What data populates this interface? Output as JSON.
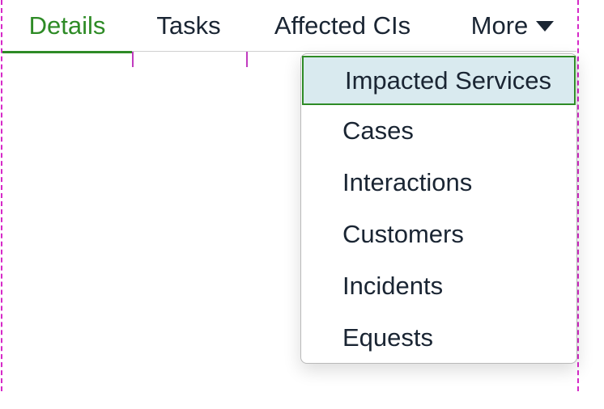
{
  "tabs": {
    "details": "Details",
    "tasks": "Tasks",
    "affected_cis": "Affected CIs",
    "more": "More"
  },
  "menu": {
    "items": [
      "Impacted Services",
      "Cases",
      "Interactions",
      "Customers",
      "Incidents",
      "Equests"
    ],
    "active_index": 0
  },
  "colors": {
    "active_tab": "#2e8b26",
    "menu_highlight_bg": "#d9eaef",
    "guide": "#d629c8"
  },
  "icons": {
    "more_caret": "caret-down-icon"
  }
}
